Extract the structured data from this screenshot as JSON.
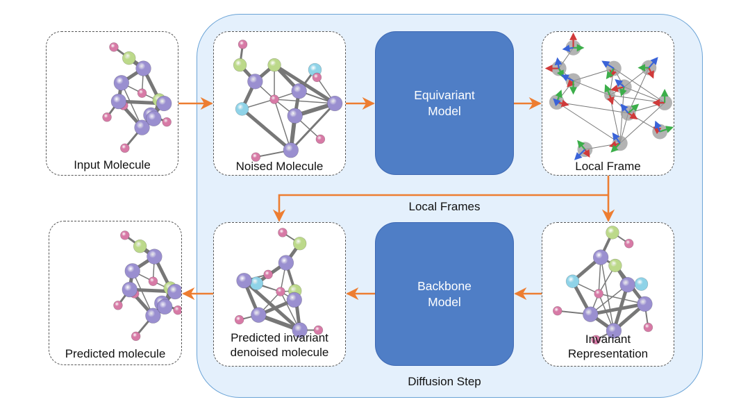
{
  "diagram": {
    "container_label": "Diffusion Step",
    "local_frames_label": "Local Frames",
    "colors": {
      "container_fill": "#e4f0fc",
      "container_border": "#6aa3d6",
      "model_fill": "#4f7ec6",
      "arrow": "#ed7d31",
      "atom_purple": "#9a8fd0",
      "atom_green": "#bcd98a",
      "atom_cyan": "#8fd3e8",
      "atom_pink": "#d77aa6",
      "bond": "#777777",
      "frame_x": "#d03a3a",
      "frame_y": "#3cae4a",
      "frame_z": "#3a63d8"
    },
    "nodes": {
      "input_molecule": {
        "label": "Input Molecule"
      },
      "noised_molecule": {
        "label": "Noised Molecule"
      },
      "equivariant_model": {
        "line1": "Equivariant",
        "line2": "Model"
      },
      "local_frame": {
        "label": "Local Frame"
      },
      "invariant_representation": {
        "line1": "Invariant",
        "line2": "Representation"
      },
      "backbone_model": {
        "line1": "Backbone",
        "line2": "Model"
      },
      "predicted_invariant": {
        "line1": "Predicted invariant",
        "line2": "denoised molecule"
      },
      "predicted_molecule": {
        "label": "Predicted molecule"
      }
    },
    "edges": [
      {
        "from": "input_molecule",
        "to": "noised_molecule"
      },
      {
        "from": "noised_molecule",
        "to": "equivariant_model"
      },
      {
        "from": "equivariant_model",
        "to": "local_frame"
      },
      {
        "from": "local_frame",
        "to": "invariant_representation",
        "label": "Local Frames"
      },
      {
        "from": "local_frame",
        "to": "predicted_invariant",
        "label": "Local Frames"
      },
      {
        "from": "invariant_representation",
        "to": "backbone_model"
      },
      {
        "from": "backbone_model",
        "to": "predicted_invariant"
      },
      {
        "from": "predicted_invariant",
        "to": "predicted_molecule"
      }
    ]
  }
}
